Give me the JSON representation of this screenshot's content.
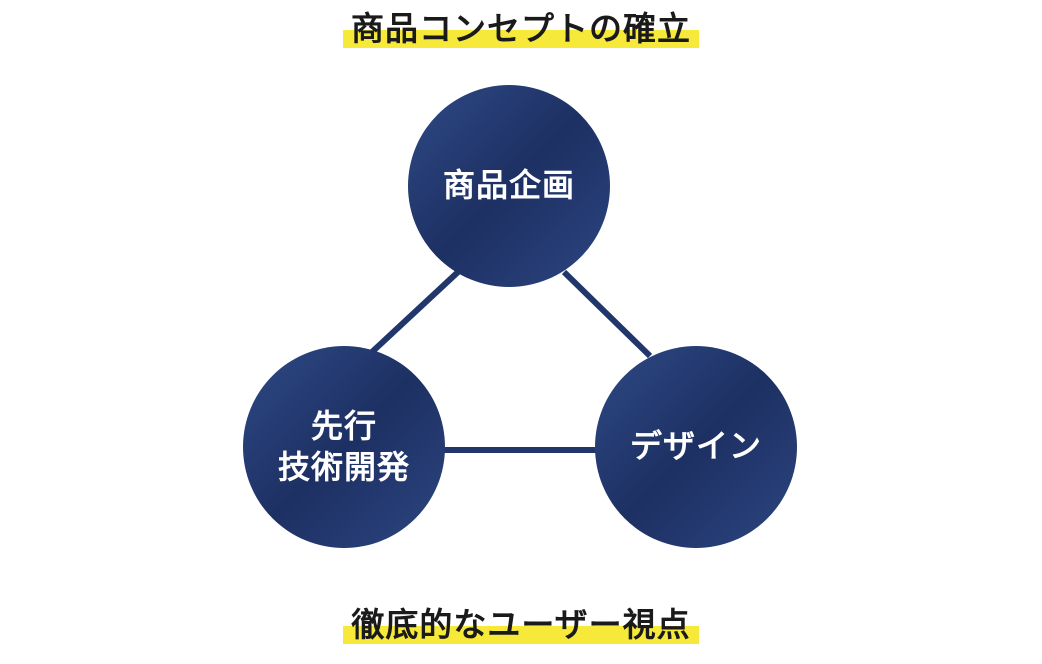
{
  "top_heading": "商品コンセプトの確立",
  "bottom_heading": "徹底的なユーザー視点",
  "nodes": {
    "planning": {
      "label": "商品企画"
    },
    "tech": {
      "line1": "先行",
      "line2": "技術開発"
    },
    "design": {
      "label": "デザイン"
    }
  },
  "colors": {
    "circle_fill": "#21366a",
    "circle_highlight": "#2f4a86",
    "connector": "#21366a",
    "highlight": "#f7e93a",
    "heading_text": "#1a1a1a",
    "node_text": "#ffffff"
  }
}
